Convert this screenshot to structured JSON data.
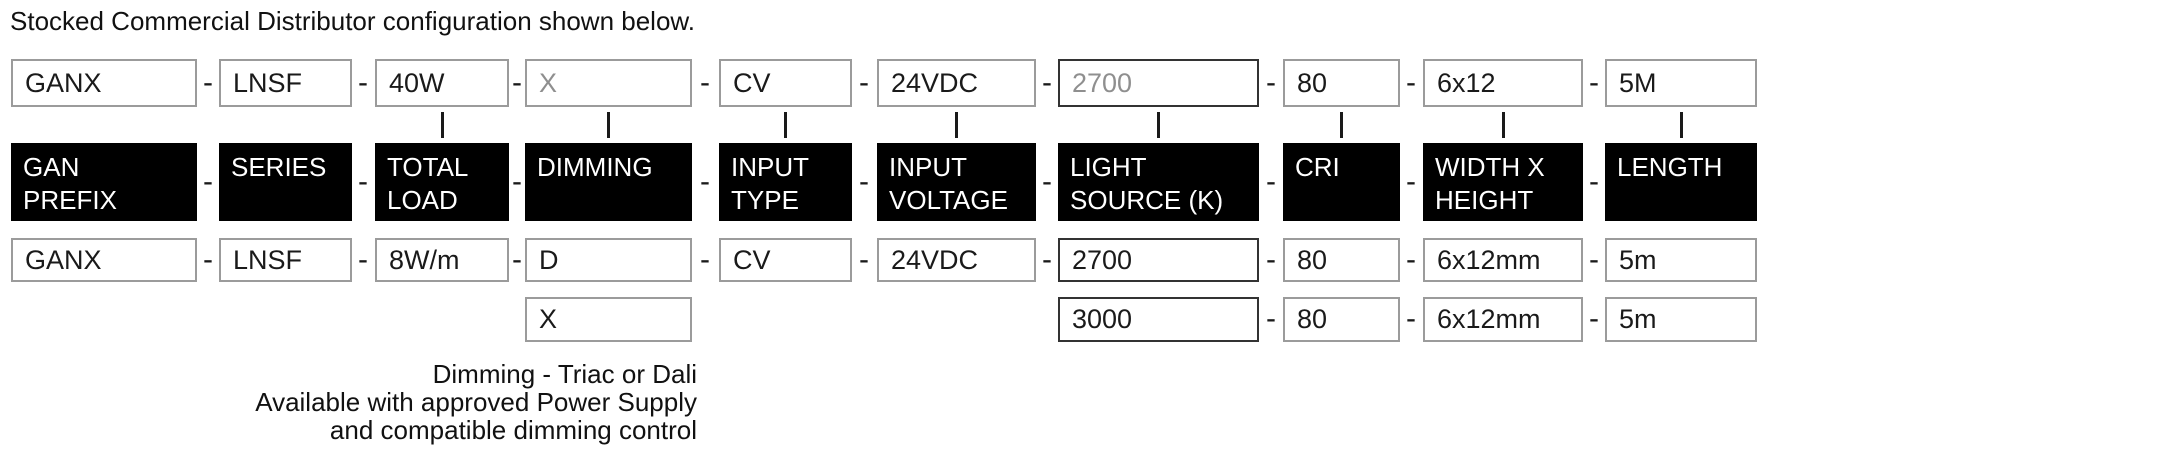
{
  "title": "Stocked Commercial Distributor configuration shown below.",
  "separator": "-",
  "columns": [
    {
      "id": "gan-prefix",
      "header1": "GAN",
      "header2": "PREFIX",
      "configured": "GANX",
      "option1": "GANX"
    },
    {
      "id": "series",
      "header1": "SERIES",
      "header2": "",
      "configured": "LNSF",
      "option1": "LNSF"
    },
    {
      "id": "total-load",
      "header1": "TOTAL",
      "header2": "LOAD",
      "configured": "40W",
      "option1": "8W/m"
    },
    {
      "id": "dimming",
      "header1": "DIMMING",
      "header2": "",
      "configured": "X",
      "option1": "D",
      "option2": "X"
    },
    {
      "id": "input-type",
      "header1": "INPUT",
      "header2": "TYPE",
      "configured": "CV",
      "option1": "CV"
    },
    {
      "id": "input-voltage",
      "header1": "INPUT",
      "header2": "VOLTAGE",
      "configured": "24VDC",
      "option1": "24VDC"
    },
    {
      "id": "light-source",
      "header1": "LIGHT",
      "header2": "SOURCE (K)",
      "configured": "2700",
      "option1": "2700",
      "option2": "3000"
    },
    {
      "id": "cri",
      "header1": "CRI",
      "header2": "",
      "configured": "80",
      "option1": "80",
      "option2": "80"
    },
    {
      "id": "width-height",
      "header1": "WIDTH X",
      "header2": "HEIGHT",
      "configured": "6x12",
      "option1": "6x12mm",
      "option2": "6x12mm"
    },
    {
      "id": "length",
      "header1": "LENGTH",
      "header2": "",
      "configured": "5M",
      "option1": "5m",
      "option2": "5m"
    }
  ],
  "note": {
    "line1": "Dimming - Triac or Dali",
    "line2": "Available with approved Power Supply",
    "line3": "and compatible dimming control"
  },
  "colors": {
    "header_bg": "#000000",
    "header_text": "#ffffff",
    "box_border": "#9b9b9b",
    "box_border_dark": "#333333",
    "muted_text": "#8f8f8f",
    "text": "#1a1a1a"
  }
}
